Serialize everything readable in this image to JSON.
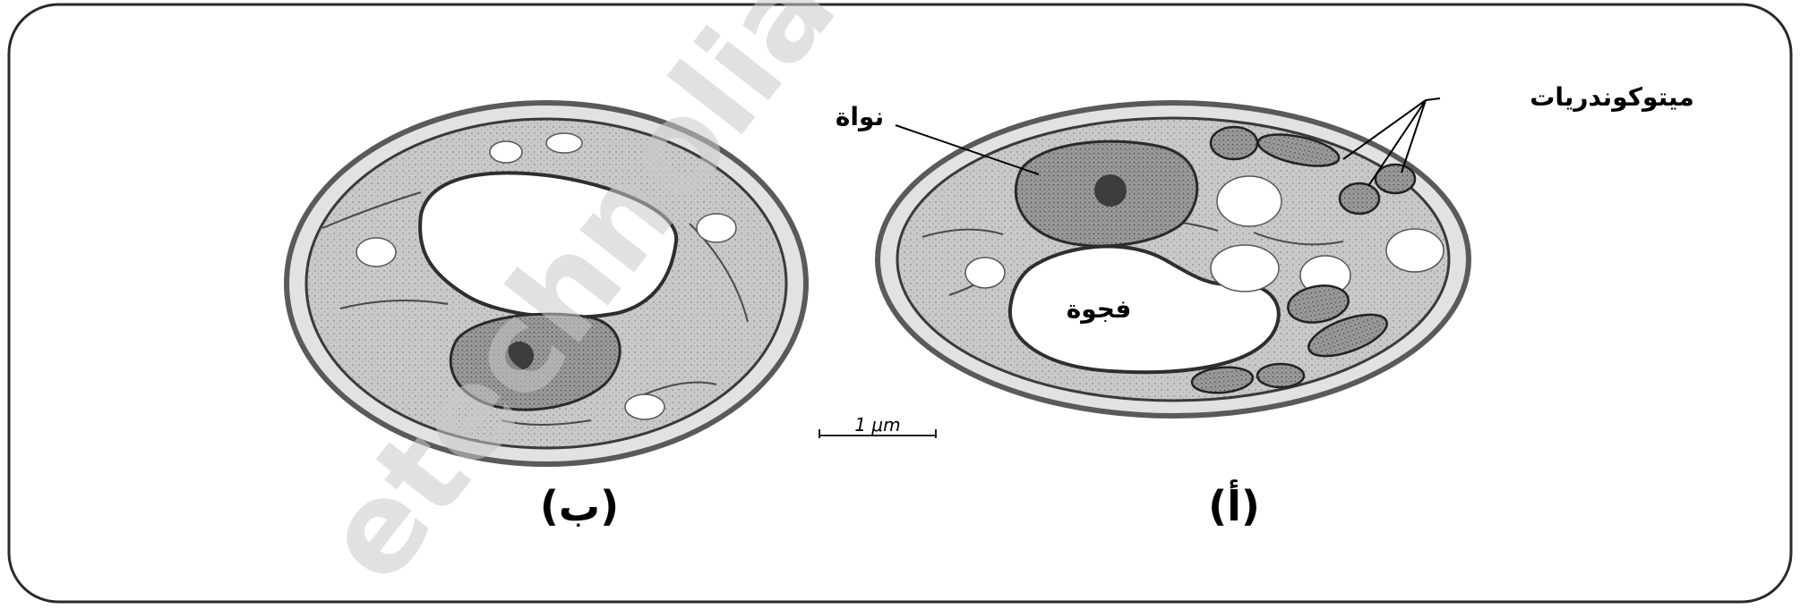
{
  "figure": {
    "labels": {
      "nucleus": "نواة",
      "mitochondria": "ميتوكوندريات",
      "vacuole": "فجوة",
      "scale": "1 μm",
      "cell_a": "(أ)",
      "cell_b": "(ب)"
    },
    "watermark": "etechnolia.com"
  }
}
